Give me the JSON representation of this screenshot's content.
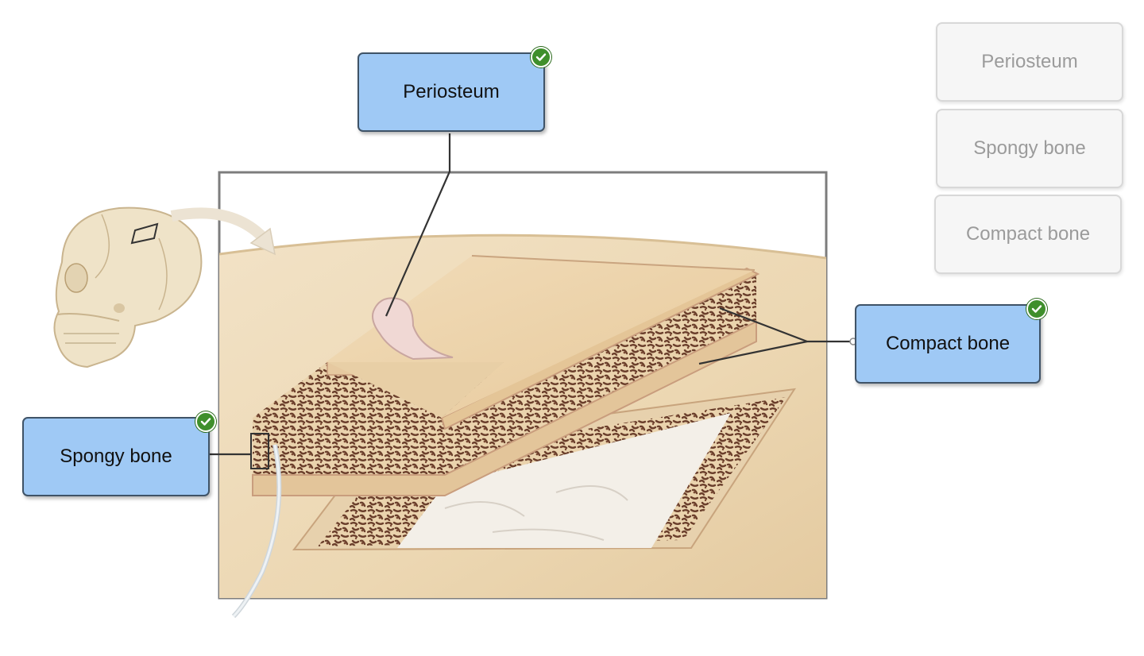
{
  "placed_labels": {
    "periosteum": "Periosteum",
    "compact_bone": "Compact bone",
    "spongy_bone": "Spongy bone"
  },
  "label_bank": [
    "Periosteum",
    "Spongy bone",
    "Compact bone"
  ],
  "status": {
    "periosteum": "correct",
    "compact_bone": "correct",
    "spongy_bone": "correct"
  },
  "colors": {
    "label_fill": "#9fc9f5",
    "label_border": "#3f5367",
    "check_green": "#3f8f2c",
    "bank_text": "#9b9b9b",
    "bone_tan": "#e9d1a8",
    "spongy_dark": "#6b3f2c"
  }
}
